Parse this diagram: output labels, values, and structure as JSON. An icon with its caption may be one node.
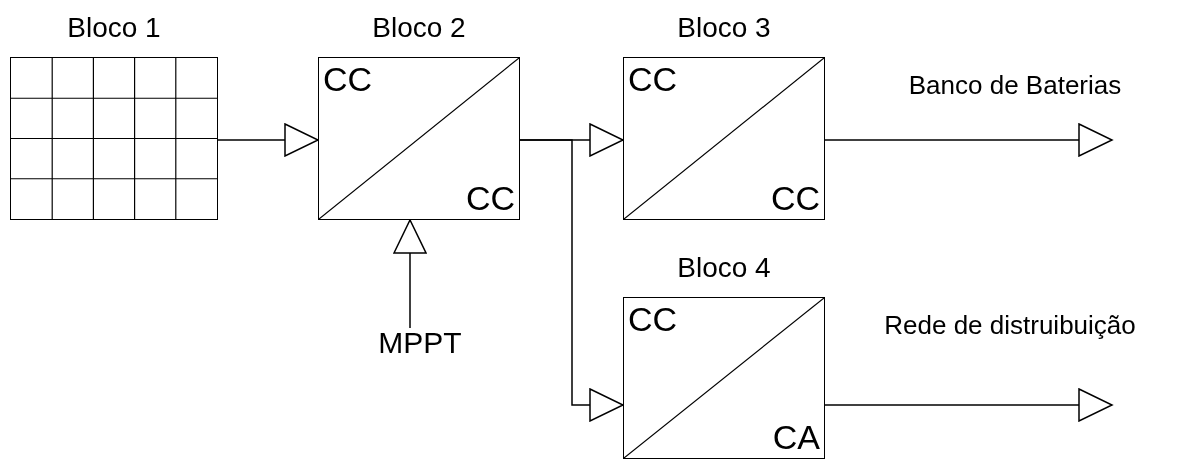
{
  "diagram": {
    "nodes": [
      {
        "text": [
          "Bloco 1"
        ]
      },
      {
        "text": [
          "Bloco 2",
          "CC",
          "CC"
        ]
      },
      {
        "text": [
          "Bloco 3",
          "CC",
          "CC"
        ]
      },
      {
        "text": [
          "Bloco 4",
          "CC",
          "CA"
        ]
      },
      {
        "text": [
          "MPPT"
        ]
      }
    ],
    "edges": [
      {
        "from": 0,
        "to": 1,
        "arrow": "to"
      },
      {
        "from": 1,
        "to": 2,
        "arrow": "to"
      },
      {
        "from": 1,
        "to": 3,
        "arrow": "to"
      },
      {
        "from": 4,
        "to": 1,
        "arrow": "to"
      },
      {
        "from": 2,
        "to": null,
        "arrow": "to",
        "label": "Banco de Baterias"
      },
      {
        "from": 3,
        "to": null,
        "arrow": "to",
        "label": "Rede de distruibuição"
      }
    ]
  }
}
